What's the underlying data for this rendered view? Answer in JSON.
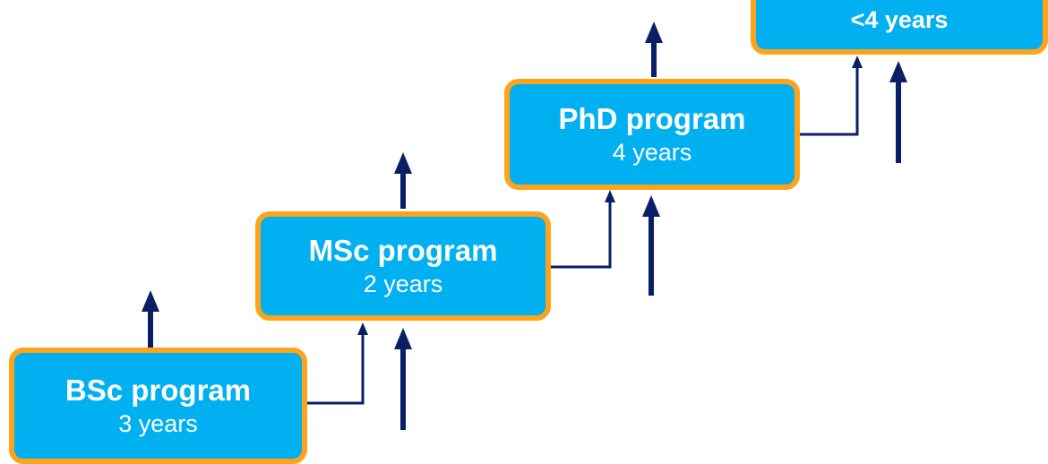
{
  "colors": {
    "box_fill": "#00b0f0",
    "box_border": "#ffa31a",
    "arrow": "#0b1f66",
    "text": "#ffffff"
  },
  "steps": [
    {
      "title": "BSc program",
      "duration": "3 years"
    },
    {
      "title": "MSc program",
      "duration": "2 years"
    },
    {
      "title": "PhD program",
      "duration": "4 years"
    },
    {
      "title": "",
      "duration": "<4 years"
    }
  ]
}
